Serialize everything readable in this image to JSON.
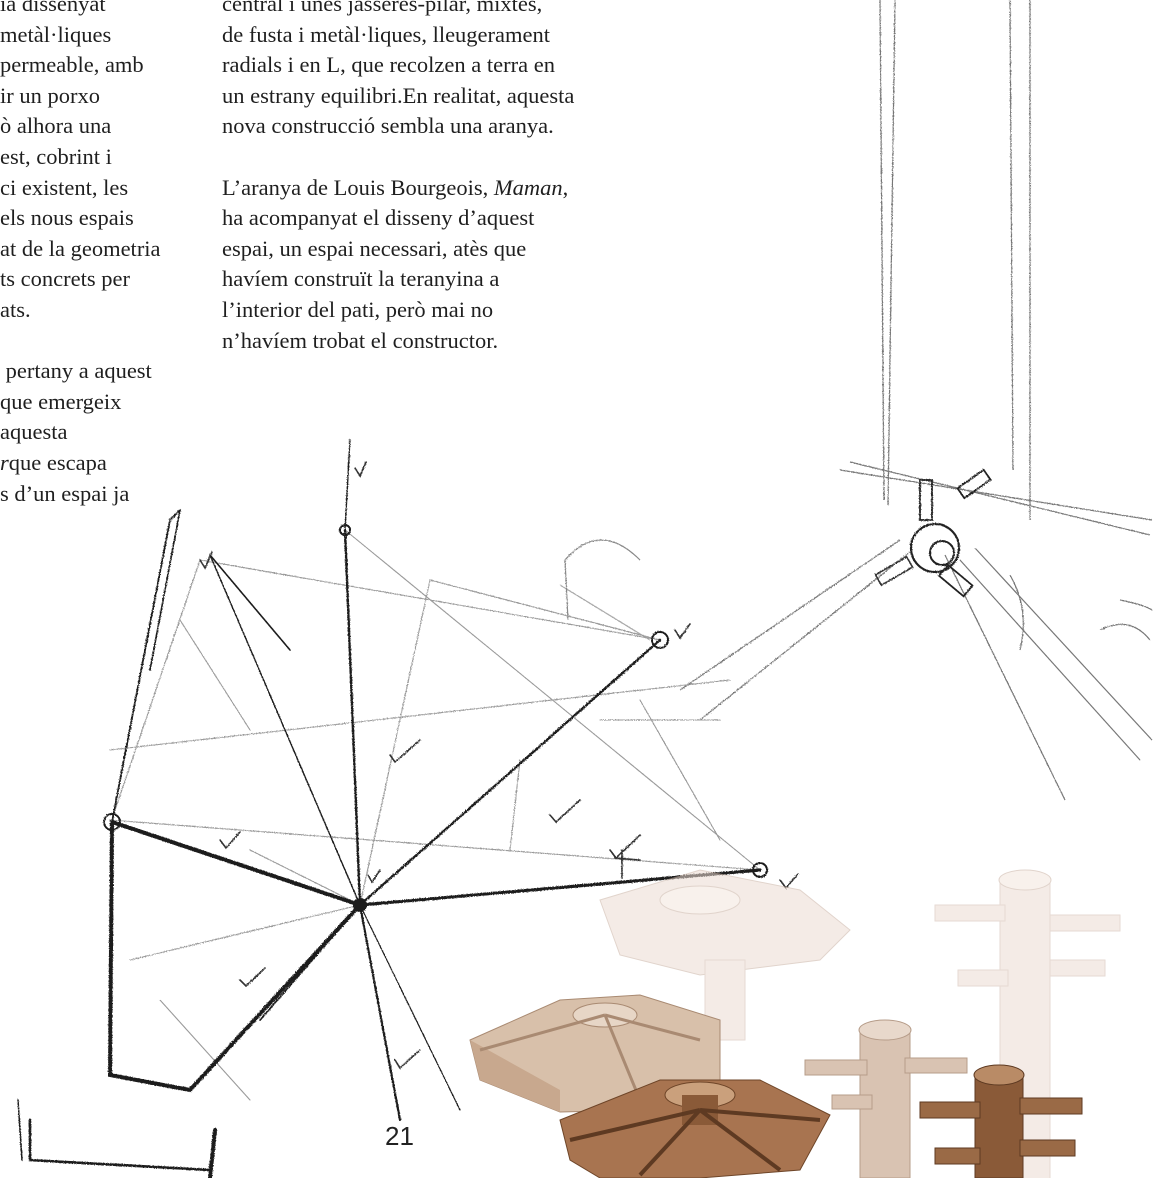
{
  "page": {
    "number": "21"
  },
  "left_column": {
    "lines": [
      "ia dissenyat",
      "metàl·liques",
      "permeable, amb",
      "ir un porxo",
      "ò alhora una",
      "est, cobrint i",
      "ci existent, les",
      "els nous espais",
      "at de la geometria",
      "ts concrets per",
      "ats.",
      "",
      " pertany a aquest",
      "que emergeix",
      "aquesta",
      "que escapa",
      "s d’un espai ja"
    ],
    "italic_fragment": "r"
  },
  "right_column": {
    "paragraph1": [
      "central i unes jàsseres-pilar, mixtes,",
      "de fusta i metàl·liques, lleugerament",
      "radials i en L, que recolzen a terra en",
      "un estrany equilibri.En realitat, aquesta",
      "nova construcció sembla una aranya."
    ],
    "paragraph2": {
      "line1_prefix": "L’aranya de Louis Bourgeois, ",
      "line1_italic": "Maman",
      "line1_suffix": ",",
      "lines": [
        "ha acompanyat el disseny d’aquest",
        "espai, un espai necessari, atès que",
        "havíem construït la teranyina a",
        "l’interior del pati, però mai no",
        "n’havíem trobat el constructor."
      ]
    }
  },
  "colors": {
    "text": "#1f1f1f",
    "sketch_ink": "#2a2a2a",
    "wood_dark": "#8a5a38",
    "wood_mid": "#b88d6a",
    "wood_faded": "#e6d6cb"
  }
}
